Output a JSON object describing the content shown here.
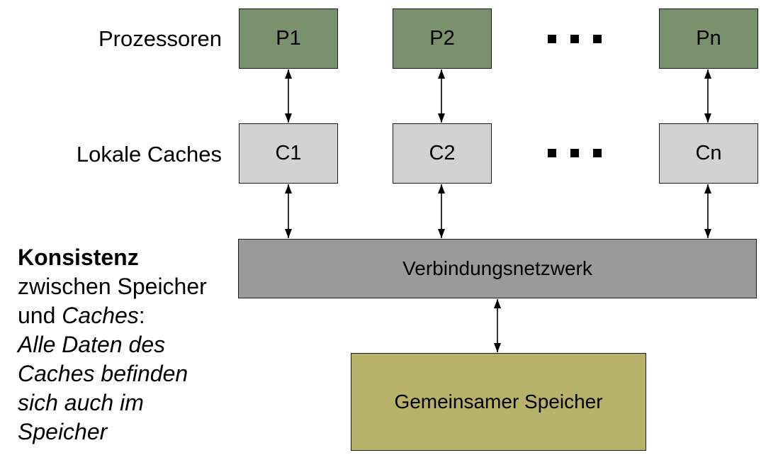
{
  "colors": {
    "processor_fill": "#7a916e",
    "cache_fill": "#d2d2d2",
    "network_fill": "#9a9a9a",
    "memory_fill": "#b8b169"
  },
  "row_labels": {
    "processors": "Prozessoren",
    "caches": "Lokale Caches"
  },
  "processors": [
    {
      "label": "P1"
    },
    {
      "label": "P2"
    },
    {
      "label": "Pn"
    }
  ],
  "caches": [
    {
      "label": "C1"
    },
    {
      "label": "C2"
    },
    {
      "label": "Cn"
    }
  ],
  "network": {
    "label": "Verbindungsnetzwerk"
  },
  "memory": {
    "label": "Gemeinsamer Speicher"
  },
  "annotation": {
    "line1": "Konsistenz",
    "line2": "zwischen Speicher",
    "line3_prefix": "und ",
    "line3_italic": "Caches",
    "line3_suffix": ":",
    "line4": "Alle Daten des",
    "line5": "Caches befinden",
    "line6": "sich auch im",
    "line7": "Speicher"
  },
  "icons": {
    "ellipsis": "square-ellipsis-dots"
  }
}
